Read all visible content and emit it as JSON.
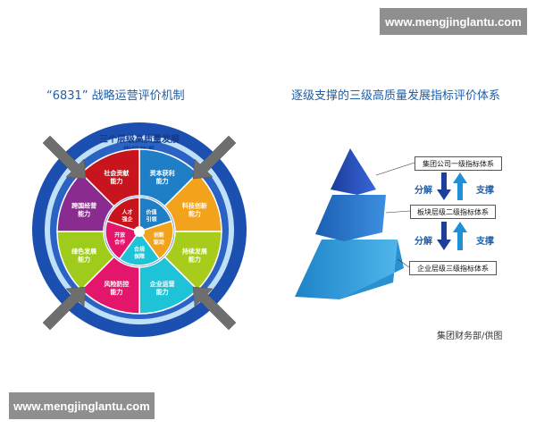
{
  "watermark_top": "www.mengjinglantu.com",
  "watermark_bottom": "www.mengjinglantu.com",
  "left_title": "“6831” 战略运营评价机制",
  "right_title": "逐级支撑的三级高质量发展指标评价体系",
  "wheel": {
    "ring_title_line1": "三个层级高质量发展",
    "ring_title_line2": "指标体系",
    "segments": [
      {
        "line1": "资本获利",
        "line2": "能力",
        "color": "#1e7fc6"
      },
      {
        "line1": "科技创新",
        "line2": "能力",
        "color": "#f2a21b"
      },
      {
        "line1": "持续发展",
        "line2": "能力",
        "color": "#a8cc1c"
      },
      {
        "line1": "企业运营",
        "line2": "能力",
        "color": "#1fc3d8"
      },
      {
        "line1": "风险防控",
        "line2": "能力",
        "color": "#e4166c"
      },
      {
        "line1": "绿色发展",
        "line2": "能力",
        "color": "#9fcc1c"
      },
      {
        "line1": "跨国经营",
        "line2": "能力",
        "color": "#8a2b8f"
      },
      {
        "line1": "社会贡献",
        "line2": "能力",
        "color": "#c8141c"
      }
    ],
    "inner": [
      {
        "line1": "价值",
        "line2": "引领",
        "color": "#1e7fc6"
      },
      {
        "line1": "创新",
        "line2": "驱动",
        "color": "#f2a21b"
      },
      {
        "line1": "合规",
        "line2": "保障",
        "color": "#1fc3d8"
      },
      {
        "line1": "开放",
        "line2": "合作",
        "color": "#e4166c"
      },
      {
        "line1": "人才",
        "line2": "强企",
        "color": "#c8141c"
      }
    ]
  },
  "pyramid": {
    "level1": "集团公司一级指标体系",
    "level2": "板块层级二级指标体系",
    "level3": "企业层级三级指标体系",
    "decompose": "分解",
    "support": "支撑"
  },
  "credit": "集团财务部/供图"
}
